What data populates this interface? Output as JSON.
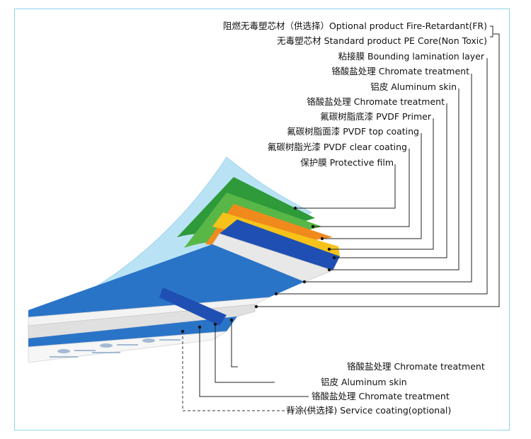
{
  "labels_top": [
    {
      "id": "fr-core",
      "text": "阻燃无毒塑芯材（供选择）Optional product Fire-Retardant(FR)"
    },
    {
      "id": "pe-core",
      "text": "无毒塑芯材 Standard product PE Core(Non Toxic)"
    },
    {
      "id": "bonding",
      "text": "粘接膜 Bounding lamination layer"
    },
    {
      "id": "chromate-1",
      "text": "铬酸盐处理 Chromate treatment"
    },
    {
      "id": "alu-skin",
      "text": "铝皮 Aluminum  skin"
    },
    {
      "id": "chromate-2",
      "text": "铬酸盐处理 Chromate treatment"
    },
    {
      "id": "pvdf-primer",
      "text": "氟碳树脂底漆 PVDF Primer"
    },
    {
      "id": "pvdf-top",
      "text": "氟碳树脂面漆 PVDF top coating"
    },
    {
      "id": "pvdf-clear",
      "text": "氟碳树脂光漆 PVDF clear coating"
    },
    {
      "id": "protective",
      "text": "保护膜 Protective film"
    }
  ],
  "labels_bottom": [
    {
      "id": "b-chromate-1",
      "text": "铬酸盐处理 Chromate  treatment"
    },
    {
      "id": "b-alu-skin",
      "text": "铝皮 Aluminum  skin"
    },
    {
      "id": "b-chromate-2",
      "text": "铬酸盐处理 Chromate  treatment"
    },
    {
      "id": "b-service",
      "text": "背涂(供选择) Service  coating(optional)"
    }
  ],
  "colors": {
    "frame": "#8fd3ea",
    "protective_film": "#b9e3f5",
    "green_dark": "#2e9a3a",
    "green_light": "#58b747",
    "orange": "#f08a1c",
    "yellow": "#f6c21a",
    "blue_dark": "#1f4fb3",
    "blue_mid": "#2a74c8",
    "core_grey": "#e4e4e4"
  }
}
